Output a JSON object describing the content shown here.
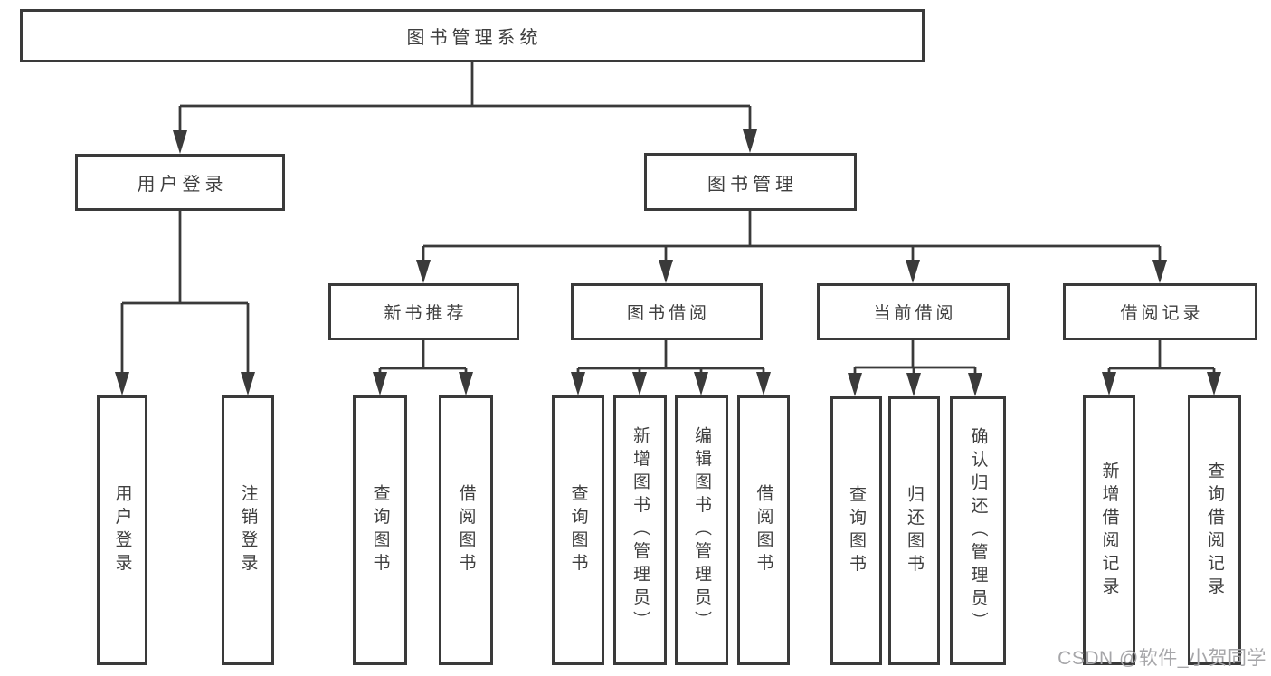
{
  "diagram": {
    "title_node": "图书管理系统",
    "root": {
      "label": "图书管理系统"
    },
    "branches": [
      {
        "label": "用户登录",
        "leaves": [
          {
            "label": "用户登录"
          },
          {
            "label": "注销登录"
          }
        ]
      },
      {
        "label": "图书管理",
        "sections": [
          {
            "label": "新书推荐",
            "leaves": [
              {
                "label": "查询图书"
              },
              {
                "label": "借阅图书"
              }
            ]
          },
          {
            "label": "图书借阅",
            "leaves": [
              {
                "label": "查询图书"
              },
              {
                "label": "新增图书（管理员）"
              },
              {
                "label": "编辑图书（管理员）"
              },
              {
                "label": "借阅图书"
              }
            ]
          },
          {
            "label": "当前借阅",
            "leaves": [
              {
                "label": "查询图书"
              },
              {
                "label": "归还图书"
              },
              {
                "label": "确认归还（管理员）"
              }
            ]
          },
          {
            "label": "借阅记录",
            "leaves": [
              {
                "label": "新增借阅记录"
              },
              {
                "label": "查询借阅记录"
              }
            ]
          }
        ]
      }
    ]
  },
  "watermark": {
    "text": "CSDN @软件_小贺同学"
  },
  "colors": {
    "line": "#3a3a3a",
    "box_border": "#3a3a3a",
    "text": "#3f3f3f",
    "watermark": "#a6a6a9",
    "background": "#ffffff"
  }
}
